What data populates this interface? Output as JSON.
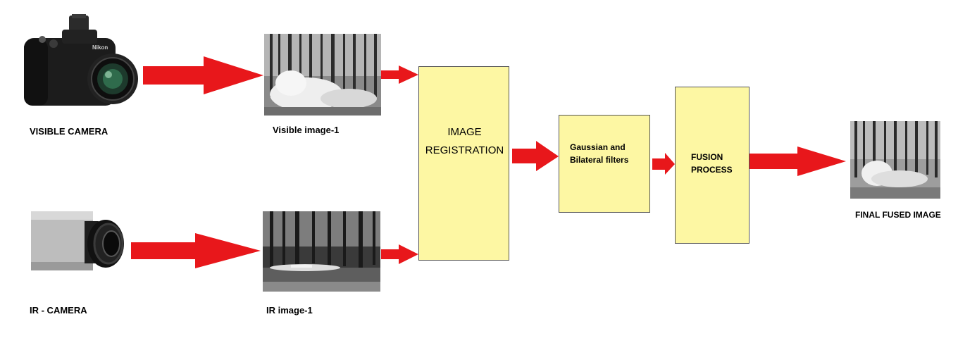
{
  "labels": {
    "visible_camera": "VISIBLE CAMERA",
    "ir_camera": "IR - CAMERA",
    "visible_image": "Visible image-1",
    "ir_image": "IR image-1",
    "final_image": "FINAL FUSED IMAGE"
  },
  "boxes": {
    "registration": "IMAGE\nREGISTRATION",
    "filters": "Gaussian and\nBilateral filters",
    "fusion": "FUSION\nPROCESS"
  },
  "camera_brand": "Nikon",
  "icons": {
    "visible_camera": "dslr-camera-icon",
    "ir_camera": "thermal-camera-icon"
  },
  "colors": {
    "arrow": "#e8171b",
    "box_fill": "#fdf7a3",
    "box_border": "#555555"
  }
}
